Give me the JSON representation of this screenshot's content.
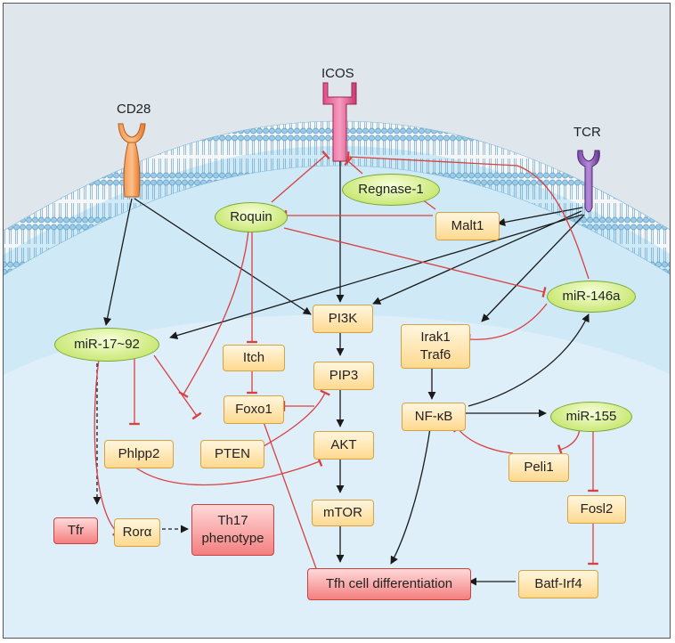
{
  "receptors": {
    "cd28": "CD28",
    "icos": "ICOS",
    "tcr": "TCR"
  },
  "nodes": {
    "regnase1": "Regnase-1",
    "roquin": "Roquin",
    "malt1": "Malt1",
    "mir146a": "miR-146a",
    "mir1792": "miR-17~92",
    "pi3k": "PI3K",
    "irak1": "Irak1",
    "traf6": "Traf6",
    "itch": "Itch",
    "pip3": "PIP3",
    "foxo1": "Foxo1",
    "nfkb": "NF-κB",
    "mir155": "miR-155",
    "phlpp2": "Phlpp2",
    "pten": "PTEN",
    "akt": "AKT",
    "peli1": "Peli1",
    "tfr": "Tfr",
    "rora": "Rorα",
    "th17_line1": "Th17",
    "th17_line2": "phenotype",
    "mtor": "mTOR",
    "fosl2": "Fosl2",
    "tfh": "Tfh cell differentiation",
    "batf": "Batf-Irf4"
  },
  "colors": {
    "activation": "#1a1a1a",
    "inhibition": "#d94040",
    "membrane": "#a9d8ee",
    "cytoplasm": "#cfe9f7"
  }
}
